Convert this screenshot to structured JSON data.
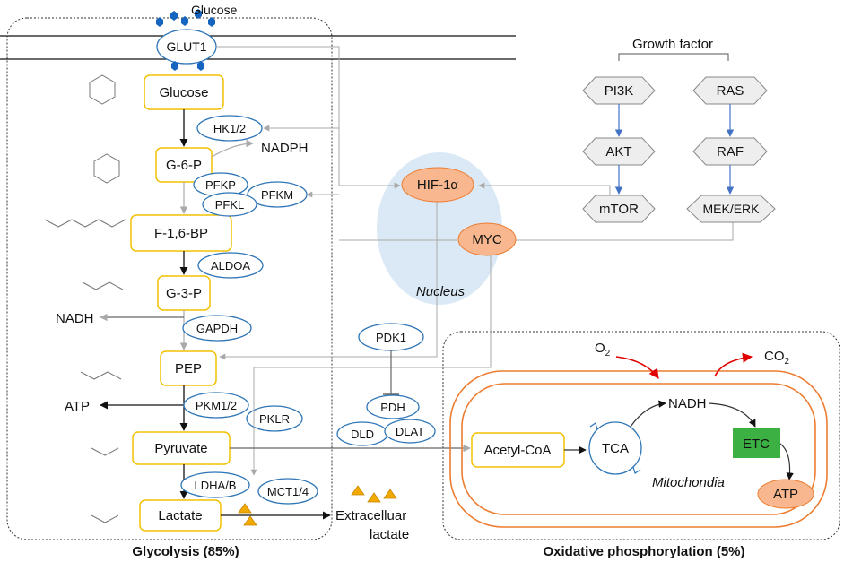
{
  "membrane": {
    "glucose_label": "Glucose",
    "transporter": "GLUT1"
  },
  "glycolysis": {
    "metabolites": [
      "Glucose",
      "G-6-P",
      "F-1,6-BP",
      "G-3-P",
      "PEP",
      "Pyruvate",
      "Lactate"
    ],
    "enzymes": [
      "HK1/2",
      "PFKP",
      "PFKM",
      "PFKL",
      "ALDOA",
      "GAPDH",
      "PKM1/2",
      "PKLR",
      "LDHA/B",
      "MCT1/4"
    ],
    "side_products": {
      "nadph": "NADPH",
      "nadh": "NADH",
      "atp": "ATP"
    },
    "title": "Glycolysis (85%)"
  },
  "extracellular": {
    "label_line1": "Extracelluar",
    "label_line2": "lactate"
  },
  "nucleus": {
    "label": "Nucleus",
    "hif": "HIF-1α",
    "myc": "MYC"
  },
  "pdh_complex": {
    "pdk1": "PDK1",
    "pdh": "PDH",
    "dld": "DLD",
    "dlat": "DLAT"
  },
  "signaling": {
    "growth_factor": "Growth factor",
    "left_chain": [
      "PI3K",
      "AKT",
      "mTOR"
    ],
    "right_chain": [
      "RAS",
      "RAF",
      "MEK/ERK"
    ]
  },
  "mitochondria": {
    "label": "Mitochondia",
    "o2": "O",
    "o2_sub": "2",
    "co2": "CO",
    "co2_sub": "2",
    "acetyl": "Acetyl-CoA",
    "tca": "TCA",
    "nadh": "NADH",
    "etc": "ETC",
    "atp": "ATP",
    "title": "Oxidative phosphorylation (5%)"
  },
  "colors": {
    "box_border": "#f2c000",
    "enzyme_border": "#2e75b6",
    "hex_fill": "#eeeeee",
    "nucleus": "#dbe9f6",
    "orange_node": "#f8b78e",
    "mito": "#ed7d31",
    "etc": "#3cb043",
    "red_arrow": "#e00000",
    "glucose_hex": "#1565c0",
    "lactate_tri": "#f2a900"
  }
}
